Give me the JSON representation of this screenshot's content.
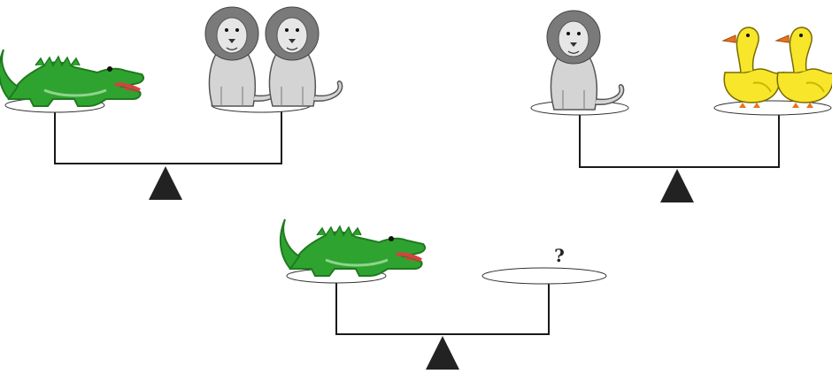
{
  "colors": {
    "beam": "#1a1a1a",
    "fulcrum": "#222222",
    "plate_fill": "#ffffff",
    "crocodile_body": "#2fa32f",
    "crocodile_dark": "#1f7a1f",
    "crocodile_mouth": "#d94040",
    "lion_body": "#d4d4d4",
    "lion_mane": "#7a7a7a",
    "duck_body": "#f7e62a",
    "duck_beak": "#e8731c"
  },
  "scales": [
    {
      "name": "scale-1-balanced",
      "left_pan": [
        {
          "animal": "crocodile",
          "count": 1
        }
      ],
      "right_pan": [
        {
          "animal": "lion",
          "count": 2
        }
      ]
    },
    {
      "name": "scale-2-balanced",
      "left_pan": [
        {
          "animal": "lion",
          "count": 1
        }
      ],
      "right_pan": [
        {
          "animal": "duck",
          "count": 2
        }
      ]
    },
    {
      "name": "scale-3-question",
      "left_pan": [
        {
          "animal": "crocodile",
          "count": 1
        }
      ],
      "right_pan": [],
      "right_label": "?"
    }
  ]
}
